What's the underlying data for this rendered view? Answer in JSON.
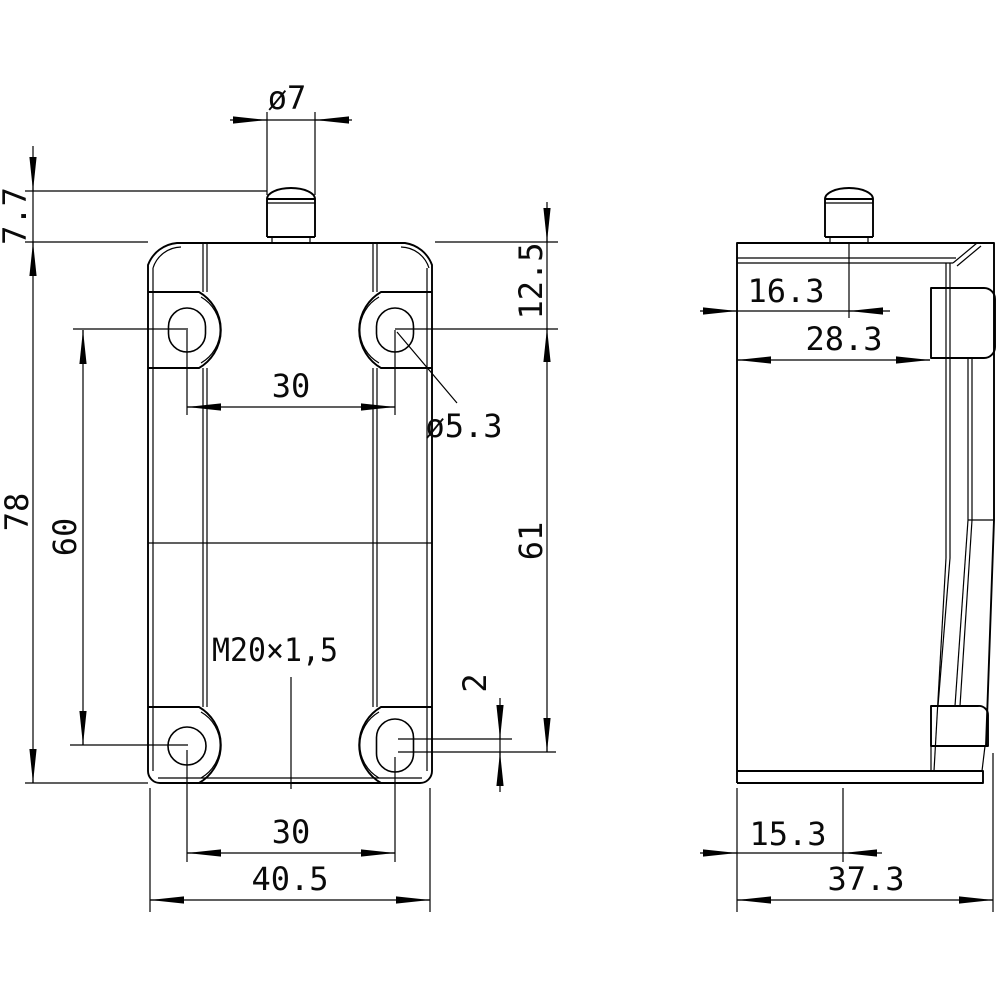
{
  "drawing": {
    "type": "technical-dimension-drawing",
    "views": [
      "front",
      "side"
    ],
    "units": "mm",
    "line_color": "#000000",
    "background": "#ffffff"
  },
  "front": {
    "plunger_diameter": "ø7",
    "plunger_travel": "7.7",
    "head_height": "12.5",
    "top_hole_spacing": "30",
    "mounting_hole_diameter": "ø5.3",
    "body_height": "78",
    "left_hole_span": "60",
    "right_hole_span": "61",
    "cable_thread": "M20×1,5",
    "slot_elongation": "2",
    "bottom_hole_spacing": "30",
    "body_width": "40.5"
  },
  "side": {
    "plunger_offset": "16.3",
    "upper_depth": "28.3",
    "cable_entry_offset": "15.3",
    "overall_depth": "37.3"
  }
}
